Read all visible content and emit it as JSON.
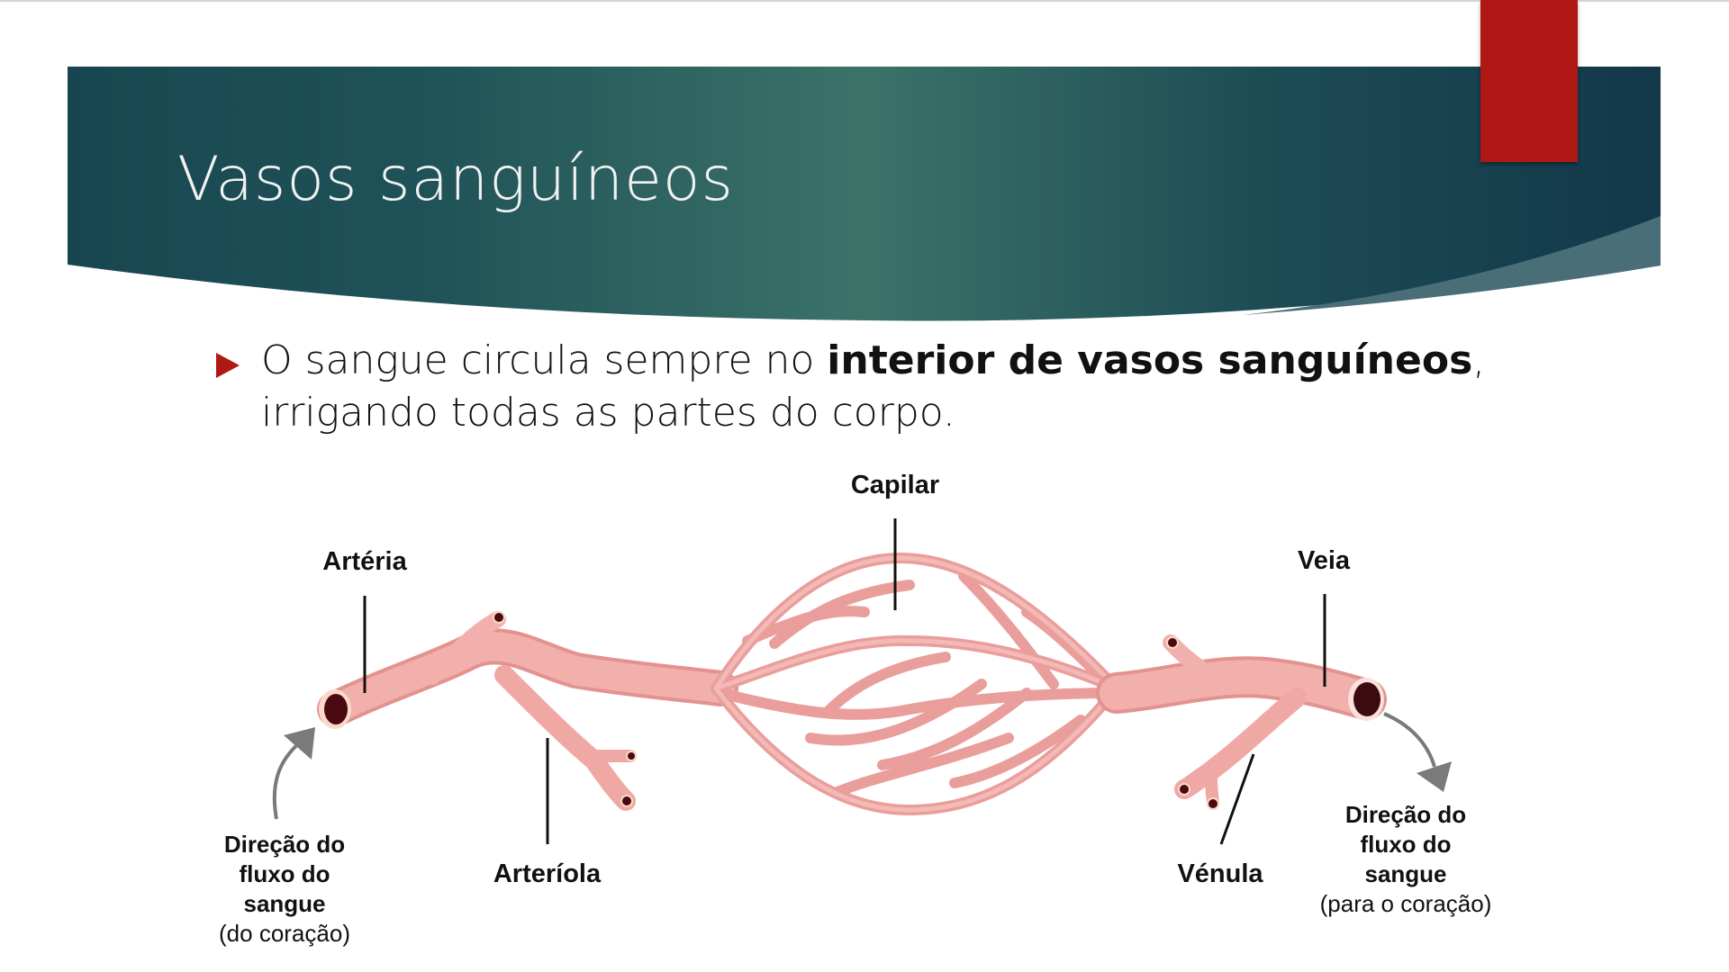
{
  "slide": {
    "title": "Vasos sanguíneos",
    "bullet": {
      "text_before": "O sangue circula sempre no ",
      "text_bold": "interior de vasos sanguíneos",
      "text_after": ", irrigando todas as partes do corpo."
    }
  },
  "colors": {
    "banner_dark": "#133a4a",
    "banner_mid": "#3b7268",
    "accent_red": "#b01816",
    "vessel_pink": "#f2a9a6",
    "vessel_lumen": "#4a0a10",
    "arrow_grey": "#7a7a7a"
  },
  "diagram": {
    "labels": {
      "capilar": "Capilar",
      "arteria": "Artéria",
      "veia": "Veia",
      "arteriola": "Arteríola",
      "venula": "Vénula"
    },
    "flow_in": {
      "line1": "Direção do",
      "line2": "fluxo do",
      "line3": "sangue",
      "line4": "(do coração)"
    },
    "flow_out": {
      "line1": "Direção do",
      "line2": "fluxo do",
      "line3": "sangue",
      "line4": "(para o coração)"
    }
  }
}
